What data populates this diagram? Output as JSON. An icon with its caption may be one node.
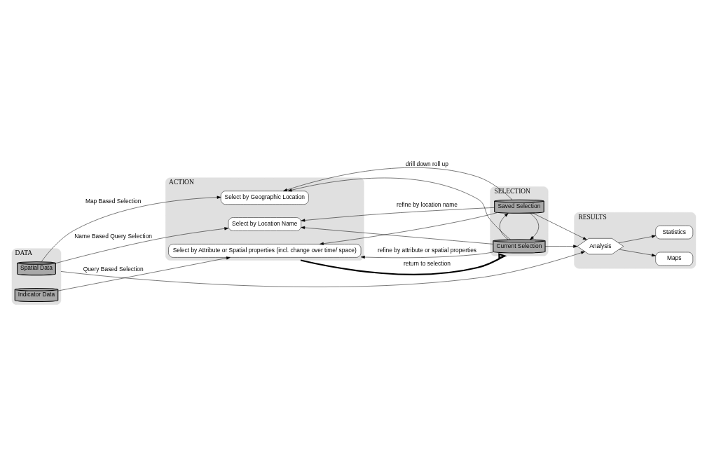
{
  "diagram": {
    "nodes": [
      {
        "text": [
          "DATA"
        ]
      },
      {
        "text": [
          "Spatial Data"
        ],
        "in": 0
      },
      {
        "text": [
          "Indicator Data"
        ],
        "in": 0
      },
      {
        "text": [
          "ACTION"
        ]
      },
      {
        "text": [
          "Select by Attribute or Spatial properties (incl. change over time/ space)"
        ],
        "in": 3
      },
      {
        "text": [
          "Select by Geographic Location"
        ],
        "in": 3
      },
      {
        "text": [
          "Select by Location Name"
        ],
        "in": 3
      },
      {
        "text": [
          "SELECTION"
        ]
      },
      {
        "text": [
          "Current Selection"
        ],
        "in": 7
      },
      {
        "text": [
          "Saved Selection"
        ],
        "in": 7
      },
      {
        "text": [
          "RESULTS"
        ]
      },
      {
        "text": [
          "Maps"
        ],
        "in": 10
      },
      {
        "text": [
          "Analysis"
        ],
        "in": 10
      },
      {
        "text": [
          "Statistics"
        ],
        "in": 10
      }
    ],
    "edges": [
      {
        "from": 1,
        "to": 6,
        "arrow": "to",
        "label": "Name Based Query Selection"
      },
      {
        "from": 1,
        "to": 5,
        "arrow": "to",
        "label": "Map Based Selection"
      },
      {
        "from": 2,
        "to": 4,
        "arrow": "to",
        "label": "Query Based Selection"
      },
      {
        "from": 0,
        "to": 12,
        "arrow": "to"
      },
      {
        "from": 8,
        "to": 4,
        "arrow": "to",
        "label": "refine by attribute or spatial properties"
      },
      {
        "from": 9,
        "to": 4,
        "arrow": "to"
      },
      {
        "from": 8,
        "to": 5,
        "arrow": "to"
      },
      {
        "from": 9,
        "to": 5,
        "arrow": "to",
        "label": "drill down roll up"
      },
      {
        "from": 8,
        "to": 6,
        "arrow": "to"
      },
      {
        "from": 9,
        "to": 6,
        "arrow": "to",
        "label": "refine by location name"
      },
      {
        "from": 3,
        "to": 7,
        "arrow": "to",
        "label": "return to selection",
        "style": "thick"
      },
      {
        "from": 9,
        "to": 8,
        "arrow": "to"
      },
      {
        "from": 8,
        "to": 9,
        "arrow": "to"
      },
      {
        "from": 8,
        "to": 12,
        "arrow": "to"
      },
      {
        "from": 9,
        "to": 12,
        "arrow": "to"
      },
      {
        "from": 12,
        "to": 11,
        "arrow": "to"
      },
      {
        "from": 12,
        "to": 13,
        "arrow": "to"
      }
    ]
  }
}
